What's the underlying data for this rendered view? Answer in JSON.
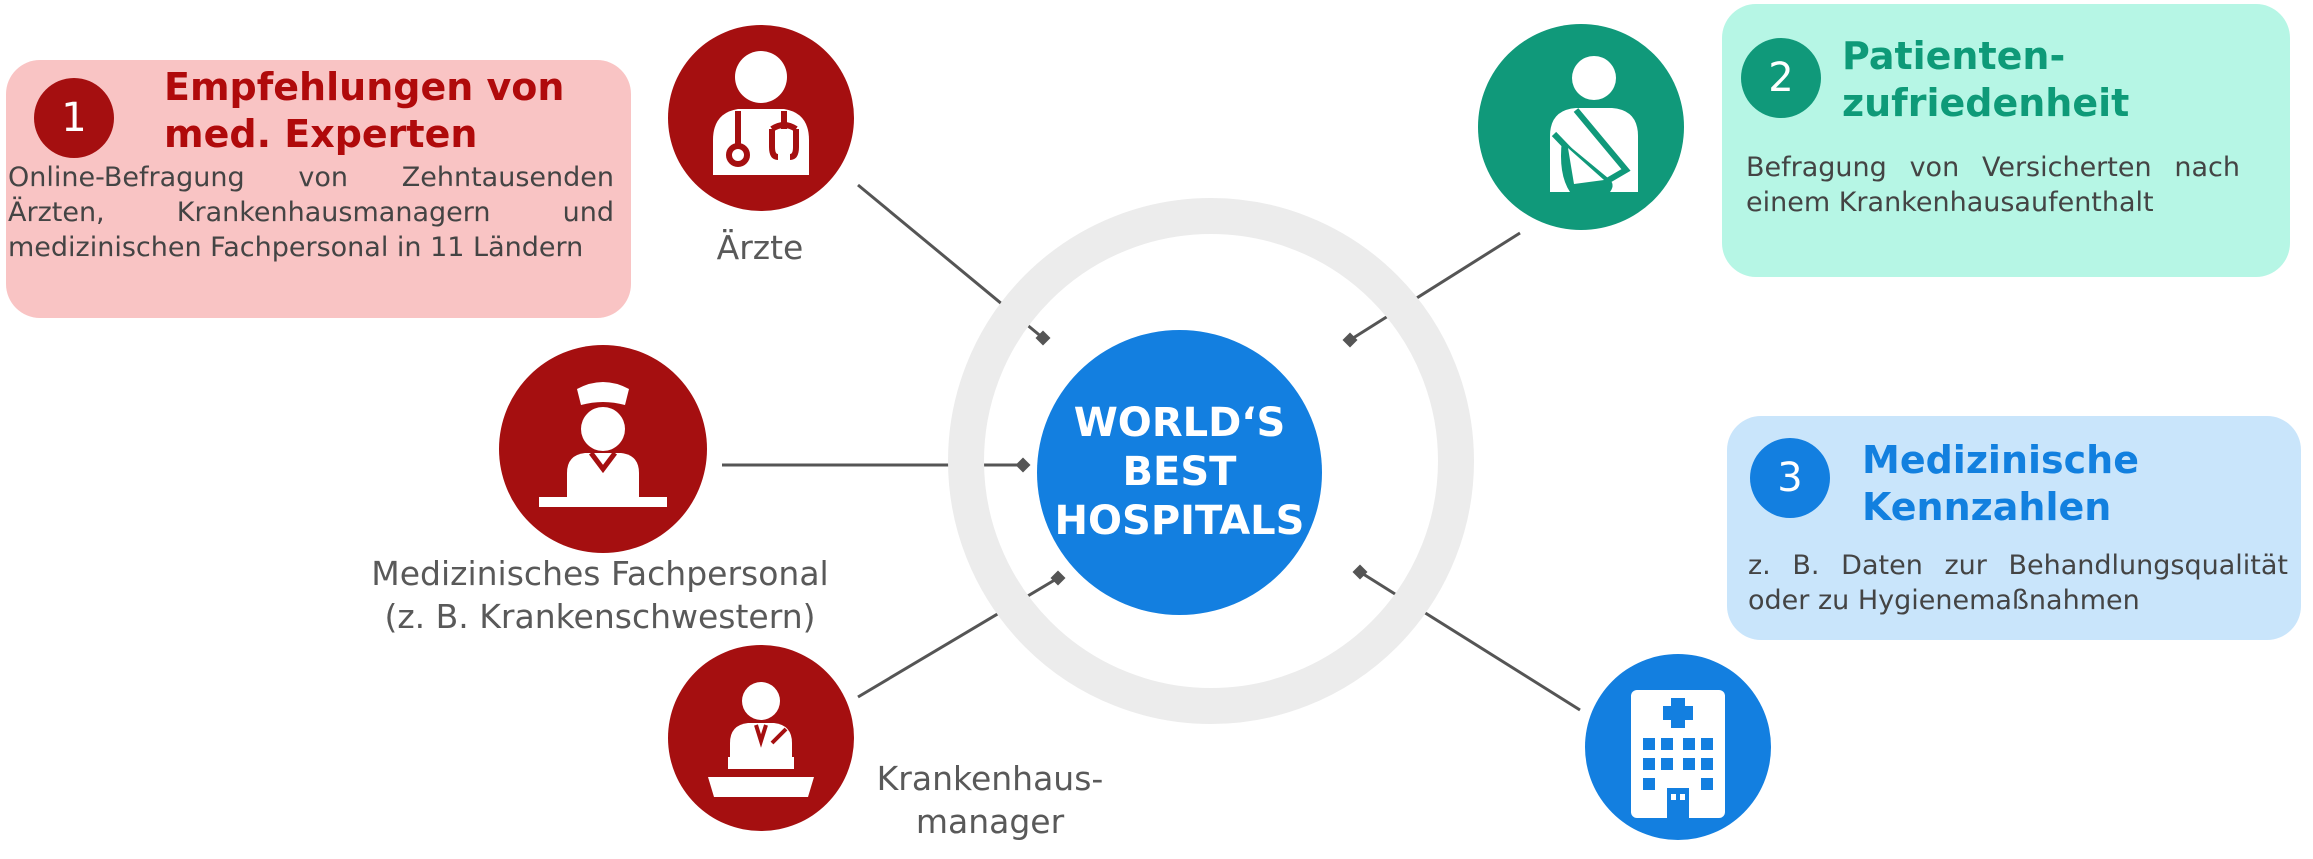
{
  "colors": {
    "red": "#A50F10",
    "green": "#10997A",
    "blue": "#137FE0",
    "center": "#137FE0",
    "ring": "#ECECEC",
    "panel_red": "#F9C4C4",
    "panel_green": "#B6F6E5",
    "panel_blue": "#C9E5FB",
    "title_red": "#B00A0B",
    "title_green": "#0E9A78",
    "title_blue": "#1280DF"
  },
  "center": {
    "lines": [
      "WORLD‘S",
      "BEST",
      "HOSPITALS"
    ]
  },
  "panels": [
    {
      "number": "1",
      "title": "Empfehlungen von med. Experten",
      "title_lines": [
        "Empfehlungen von",
        "med. Experten"
      ],
      "description": "Online-Befragung von Zehntausenden Ärzten, Krankenhausmanagern und medizinischen Fachpersonal in 11 Ländern"
    },
    {
      "number": "2",
      "title": "Patienten-zufriedenheit",
      "title_lines": [
        "Patienten-",
        "zufriedenheit"
      ],
      "description": "Befragung von Versicherten nach einem Krankenhausaufenthalt"
    },
    {
      "number": "3",
      "title": "Medizinische Kennzahlen",
      "title_lines": [
        "Medizinische",
        "Kennzahlen"
      ],
      "description": "z. B. Daten zur Behandlungsqualität oder zu Hygienemaßnahmen"
    }
  ],
  "nodes": [
    {
      "icon": "doctor-icon",
      "caption_lines": [
        "Ärzte"
      ]
    },
    {
      "icon": "nurse-icon",
      "caption_lines": [
        "Medizinisches Fachpersonal",
        "(z. B. Krankenschwestern)"
      ]
    },
    {
      "icon": "manager-icon",
      "caption_lines": [
        "Krankenhaus-",
        "manager"
      ]
    },
    {
      "icon": "patient-icon",
      "caption_lines": []
    },
    {
      "icon": "hospital-building-icon",
      "caption_lines": []
    }
  ]
}
